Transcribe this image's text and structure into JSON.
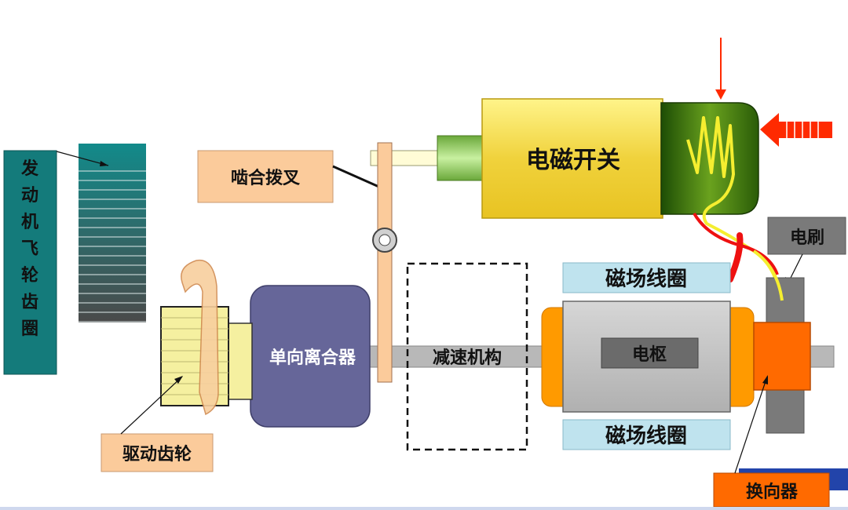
{
  "labels": {
    "flywheel_ring": "发动机飞轮齿圈",
    "engagement_fork": "啮合拨叉",
    "solenoid_switch": "电磁开关",
    "brush": "电刷",
    "field_coil_top": "磁场线圈",
    "field_coil_bottom": "磁场线圈",
    "one_way_clutch": "单向离合器",
    "reduction_mechanism": "减速机构",
    "armature": "电枢",
    "drive_gear": "驱动齿轮",
    "commutator": "换向器"
  },
  "colors": {
    "flywheel_label_bg": "#147b7b",
    "ring_gear_top": "#128a8a",
    "ring_gear_bottom": "#4a4a4a",
    "label_peach": "#fbcb9b",
    "solenoid_body": "#f0d23c",
    "solenoid_coil": "#2f6e0a",
    "plunger": "#9fd870",
    "clutch": "#666699",
    "drive_gear": "#f5f0a0",
    "field_coil_label": "#bfe3ee",
    "armature_body": "#c0c0c0",
    "pole_shoe": "#ff9a00",
    "commutator": "#ff6a00",
    "shaft": "#b8b8b8",
    "arrow_red": "#ff2a00",
    "wire_yellow": "#f5ee30",
    "wire_red": "#ee1111",
    "dark_gray": "#6b6b6b"
  }
}
